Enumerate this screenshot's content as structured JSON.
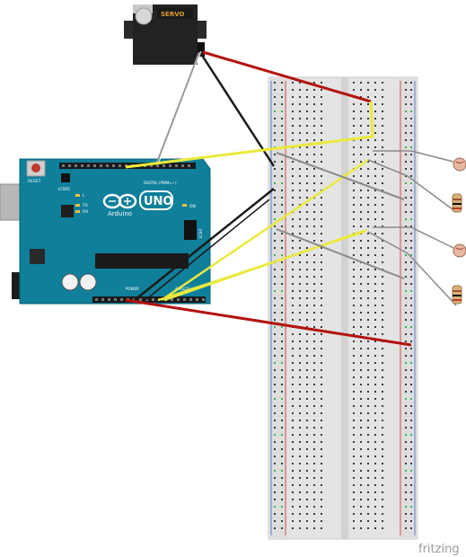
{
  "servo": {
    "label": "SERVO"
  },
  "arduino": {
    "logo": "UNO",
    "brand": "Arduino",
    "reset_label": "RESET",
    "icsp2_label": "ICSP2",
    "icsp_label": "ICSP",
    "digital_label": "DIGITAL (PWM=~)",
    "tx_label": "TX",
    "rx_label": "RX",
    "l_label": "L",
    "on_label": "ON",
    "power_label": "POWER",
    "analog_label": "ANALOG IN"
  },
  "watermark": "fritzing",
  "colors": {
    "board": "#0f7f9a",
    "wire_red": "#b3130f",
    "wire_yellow": "#eaea3c",
    "wire_black": "#1a1a1a",
    "wire_gray": "#8a8a8a",
    "breadboard": "#e6e6e6",
    "rail_red": "#d9534f",
    "rail_blue": "#5b7fd6",
    "hole_green": "#39b54a"
  }
}
